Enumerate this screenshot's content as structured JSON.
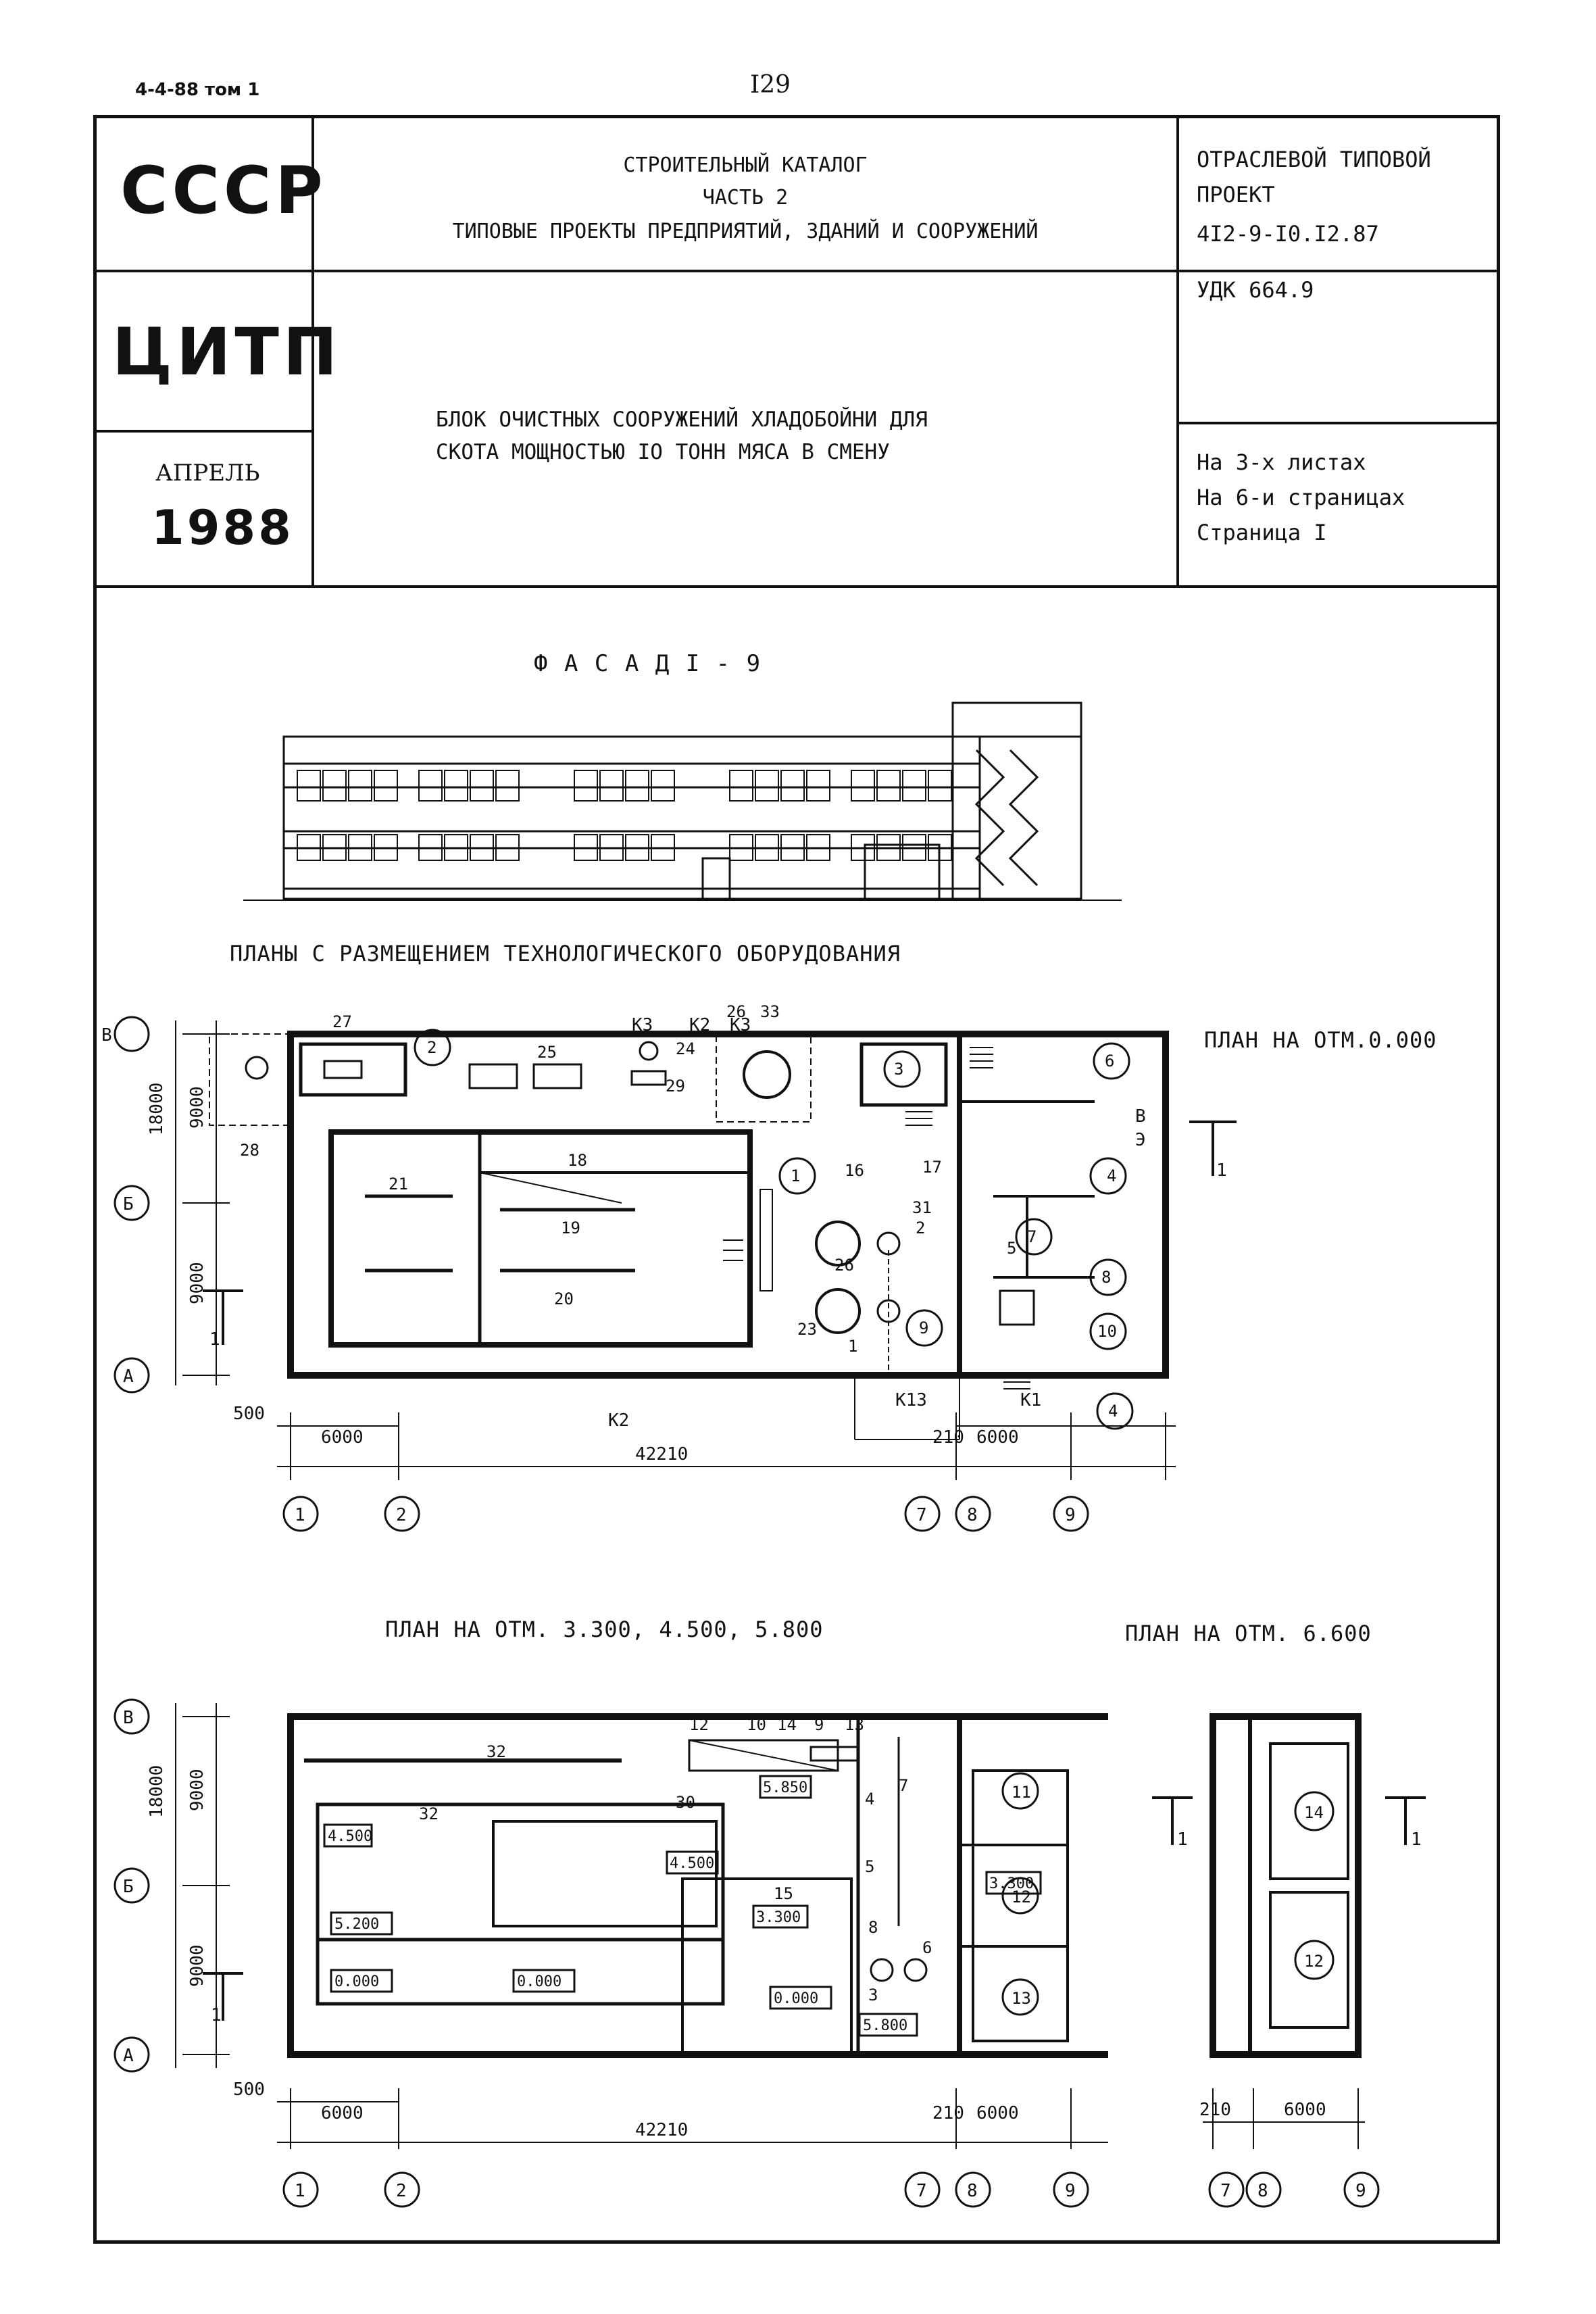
{
  "header": {
    "doc_ref": "4-4-88 том 1",
    "page_number": "I29"
  },
  "stamp": {
    "country": "СССР",
    "org": "ЦИТП",
    "month": "АПРЕЛЬ",
    "year": "1988"
  },
  "catalog": {
    "line1": "СТРОИТЕЛЬНЫЙ КАТАЛОГ",
    "line2": "ЧАСТЬ  2",
    "line3": "ТИПОВЫЕ ПРОЕКТЫ ПРЕДПРИЯТИЙ, ЗДАНИЙ И СООРУЖЕНИЙ"
  },
  "project": {
    "type_line1": "ОТРАСЛЕВОЙ ТИПОВОЙ",
    "type_line2": "ПРОЕКТ",
    "code": "4I2-9-I0.I2.87",
    "udk": "УДК 664.9",
    "title_line1": "БЛОК ОЧИСТНЫХ СООРУЖЕНИЙ ХЛАДОБОЙНИ ДЛЯ",
    "title_line2": "СКОТА МОЩНОСТЬЮ IO ТОНН МЯСА В СМЕНУ",
    "sheets": "На 3-х листах",
    "pages": "На 6-и страницах",
    "page": "Страница I"
  },
  "drawings": {
    "facade_title": "Ф А С А Д  I - 9",
    "plans_heading": "ПЛАНЫ С РАЗМЕЩЕНИЕМ ТЕХНОЛОГИЧЕСКОГО ОБОРУДОВАНИЯ",
    "plan0_title": "ПЛАН НА ОТМ.0.000",
    "plan1_title": "ПЛАН НА ОТМ. 3.300, 4.500, 5.800",
    "plan2_title": "ПЛАН НА ОТМ. 6.600"
  },
  "dims": {
    "d500": "500",
    "d6000": "6000",
    "d42210": "42210",
    "d210": "210",
    "d9000": "9000",
    "d18000": "18000"
  },
  "axes": {
    "rows": [
      "В",
      "Б",
      "А"
    ],
    "cols": [
      "1",
      "2",
      "7",
      "8",
      "9"
    ]
  },
  "pipes": {
    "k1": "K1",
    "k2": "K2",
    "k3": "K3",
    "k13": "K13",
    "v": "В",
    "e": "Э"
  },
  "marks": {
    "m0000": "0.000",
    "m3300": "3.300",
    "m4500": "4.500",
    "m5200": "5.200",
    "m5800": "5.800",
    "m5850": "5.850"
  },
  "section_mark": "1",
  "plan0_numbers": [
    "27",
    "2",
    "25",
    "24",
    "29",
    "26",
    "33",
    "3",
    "6",
    "18",
    "21",
    "19",
    "20",
    "23",
    "16",
    "17",
    "1",
    "31",
    "26",
    "2",
    "1",
    "9",
    "5",
    "7",
    "8",
    "10",
    "4",
    "4",
    "28"
  ],
  "plan1_numbers": [
    "12",
    "10",
    "14",
    "9",
    "13",
    "32",
    "30",
    "32",
    "15",
    "4",
    "7",
    "5",
    "8",
    "6",
    "3",
    "11",
    "12",
    "13"
  ],
  "plan2_numbers": [
    "14",
    "12"
  ]
}
